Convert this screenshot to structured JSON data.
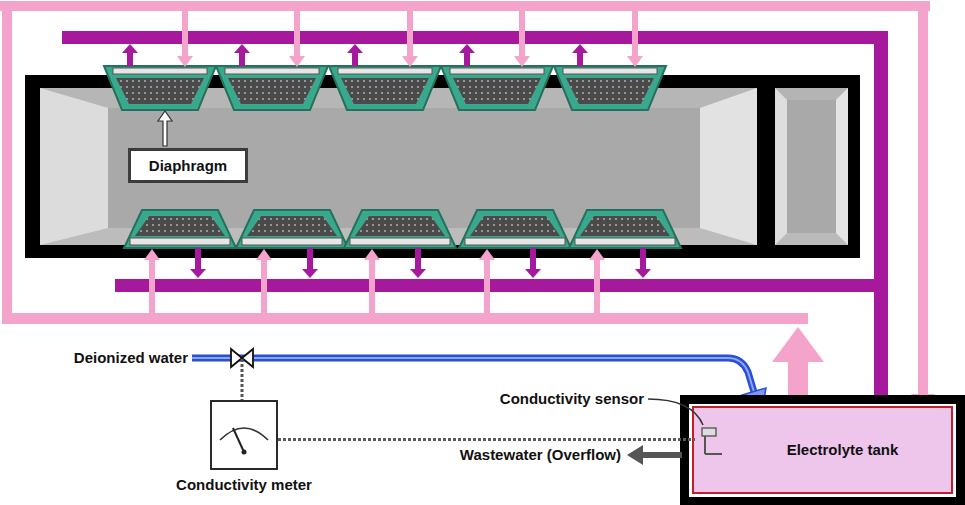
{
  "diagram": {
    "nodes": [
      {
        "text": [
          "Diaphragm"
        ]
      },
      {
        "text": [
          "Conductivity meter"
        ]
      },
      {
        "text": [
          "Electrolyte tank"
        ]
      }
    ],
    "edges": [
      {
        "from": 1,
        "to": 2,
        "arrow": "none"
      }
    ],
    "labels": [
      "Deionized water",
      "Conductivity sensor",
      "Wastewater (Overflow)"
    ]
  }
}
